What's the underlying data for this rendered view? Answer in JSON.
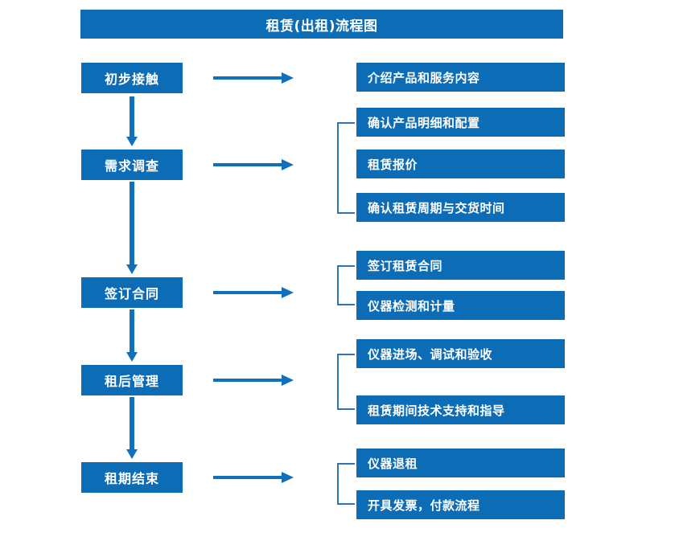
{
  "title": "租赁(出租)流程图",
  "colors": {
    "box_blue": "#0D6CB6",
    "arrow_blue": "#1070BC",
    "bracket_blue": "#2E75B6",
    "text_white": "#FFFFFF",
    "background": "#FFFFFF"
  },
  "stages": [
    {
      "label": "初步接触"
    },
    {
      "label": "需求调查"
    },
    {
      "label": "签订合同"
    },
    {
      "label": "租后管理"
    },
    {
      "label": "租期结束"
    }
  ],
  "details": [
    {
      "label": "介绍产品和服务内容"
    },
    {
      "label": "确认产品明细和配置"
    },
    {
      "label": "租赁报价"
    },
    {
      "label": "确认租赁周期与交货时间"
    },
    {
      "label": "签订租赁合同"
    },
    {
      "label": "仪器检测和计量"
    },
    {
      "label": "仪器进场、调试和验收"
    },
    {
      "label": "租赁期间技术支持和指导"
    },
    {
      "label": "仪器退租"
    },
    {
      "label": "开具发票，付款流程"
    }
  ],
  "groups": [
    {
      "stage": "初步接触",
      "details": [
        "介绍产品和服务内容"
      ],
      "has_bracket": false
    },
    {
      "stage": "需求调查",
      "details": [
        "确认产品明细和配置",
        "租赁报价",
        "确认租赁周期与交货时间"
      ],
      "has_bracket": true
    },
    {
      "stage": "签订合同",
      "details": [
        "签订租赁合同",
        "仪器检测和计量"
      ],
      "has_bracket": true
    },
    {
      "stage": "租后管理",
      "details": [
        "仪器进场、调试和验收",
        "租赁期间技术支持和指导"
      ],
      "has_bracket": true
    },
    {
      "stage": "租期结束",
      "details": [
        "仪器退租",
        "开具发票，付款流程"
      ],
      "has_bracket": true
    }
  ],
  "flow_arrows": {
    "horizontal_count": 5,
    "vertical_count": 4,
    "direction_horizontal": "left-to-right",
    "direction_vertical": "top-to-bottom"
  }
}
